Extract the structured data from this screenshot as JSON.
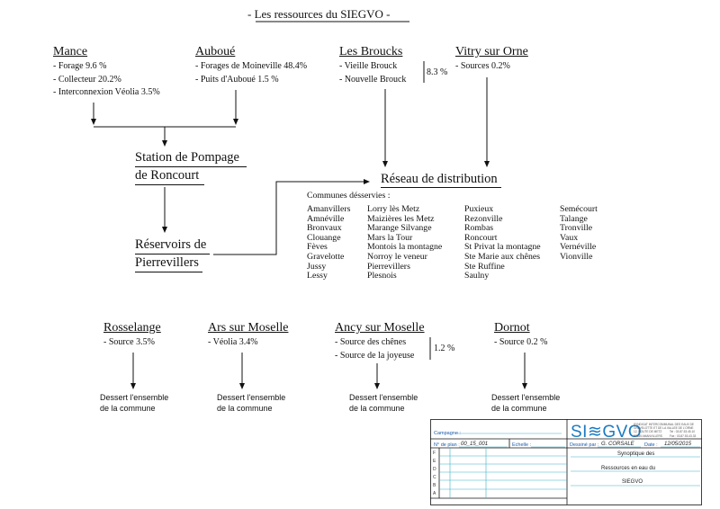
{
  "title": "- Les ressources du SIEGVO -",
  "top_sources": {
    "mance": {
      "name": "Mance",
      "items": [
        "- Forage 9.6 %",
        "- Collecteur 20.2%",
        "- Interconnexion Véolia 3.5%"
      ]
    },
    "auboue": {
      "name": "Auboué",
      "items": [
        "- Forages de Moineville 48.4%",
        "- Puits d'Auboué 1.5 %"
      ]
    },
    "broucks": {
      "name": "Les Broucks",
      "items": [
        "- Vieille Brouck",
        "- Nouvelle Brouck"
      ],
      "share": "8.3 %"
    },
    "vitry": {
      "name": "Vitry sur Orne",
      "items": [
        "- Sources 0.2%"
      ]
    }
  },
  "station": {
    "line1": "Station de Pompage",
    "line2": "de Roncourt"
  },
  "reservoirs": {
    "line1": "Réservoirs de",
    "line2": "Pierrevillers"
  },
  "reseau": {
    "title": "Réseau de distribution",
    "communes_label": "Communes désservies :",
    "columns": [
      [
        "Amanvillers",
        "Amnéville",
        "Bronvaux",
        "Clouange",
        "Fèves",
        "Gravelotte",
        "Jussy",
        "Lessy"
      ],
      [
        "Lorry lès Metz",
        "Maizières les Metz",
        "Marange Silvange",
        "Mars la Tour",
        "Montois la montagne",
        "Norroy le veneur",
        "Pierrevillers",
        "Plesnois"
      ],
      [
        "Puxieux",
        "Rezonville",
        "Rombas",
        "Roncourt",
        "St Privat la montagne",
        "Ste Marie aux chênes",
        "Ste Ruffine",
        "Saulny"
      ],
      [
        "Semécourt",
        "Talange",
        "Tronville",
        "Vaux",
        "Vernéville",
        "Vionville"
      ]
    ]
  },
  "bottom_sources": [
    {
      "name": "Rosselange",
      "items": [
        "- Source 3.5%"
      ],
      "result": [
        "Dessert l'ensemble",
        "de la commune"
      ]
    },
    {
      "name": "Ars sur Moselle",
      "items": [
        "- Véolia 3.4%"
      ],
      "result": [
        "Dessert l'ensemble",
        "de la commune"
      ]
    },
    {
      "name": "Ancy sur Moselle",
      "items": [
        "- Source des chênes",
        "- Source de la joyeuse"
      ],
      "share": "1.2 %",
      "result": [
        "Dessert l'ensemble",
        "de la commune"
      ]
    },
    {
      "name": "Dornot",
      "items": [
        "- Source 0.2 %"
      ],
      "result": [
        "Dessert l'ensemble",
        "de la commune"
      ]
    }
  ],
  "title_block": {
    "logo": "SI≋GVO",
    "org_lines": [
      "SYNDICAT INTERCOMMUNAL DES EAUX DE",
      "GRAVELOTTE ET DE LA VALLEE DE L'ORNE",
      "12, ROUTE DE METZ",
      "57885 AMANVILLERS"
    ],
    "phone": [
      "Tel : 03.87.53.45.10",
      "Fax : 03.87.53.43.33"
    ],
    "campagne_label": "Campagne :",
    "dessine_label": "Dessiné par :",
    "dessine_value": "G. CORSALE",
    "date_label": "Date :",
    "date_value": "12/05/2015",
    "plan_label": "N° de plan :",
    "plan_value": "00_15_001",
    "echelle_label": "Echelle :",
    "rev_letters": [
      "F",
      "E",
      "D",
      "C",
      "B",
      "A"
    ],
    "caption": [
      "Synoptique des",
      "Ressources en eau du",
      "SIEGVO"
    ]
  },
  "colors": {
    "ink": "#111111",
    "titleblock_blue": "#1a5aa8",
    "titleblock_cyan": "#3ab0c8",
    "logo_blue": "#1a7ac0"
  }
}
